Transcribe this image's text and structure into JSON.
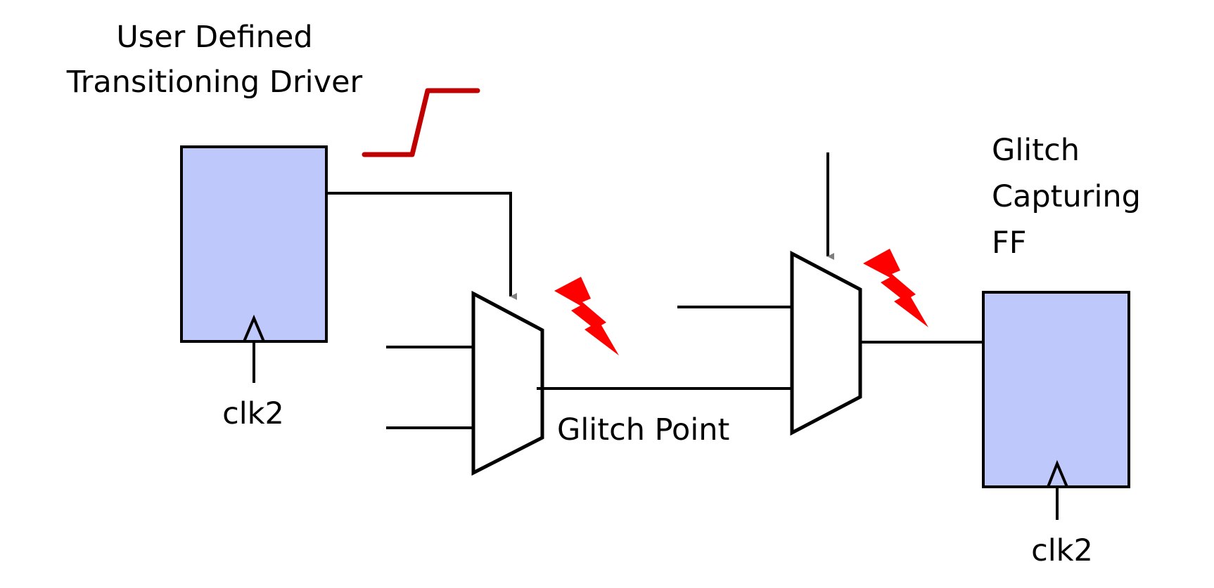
{
  "labels": {
    "driver_title_line1": "User Defined",
    "driver_title_line2": "Transitioning Driver",
    "capture_title_line1": "Glitch",
    "capture_title_line2": "Capturing",
    "capture_title_line3": "FF",
    "driver_clock": "clk2",
    "capture_clock": "clk2",
    "glitch_point": "Glitch Point"
  },
  "colors": {
    "flipflop_fill": "#bfc8fb",
    "wire": "#000000",
    "select_arrow": "#7f7f7f",
    "waveform": "#c00000",
    "glitch_bolt": "#ff0000"
  },
  "icons": {
    "glitch_marker": "lightning-bolt-icon",
    "clock_marker": "clock-triangle-icon",
    "transition_marker": "rising-edge-waveform-icon"
  }
}
